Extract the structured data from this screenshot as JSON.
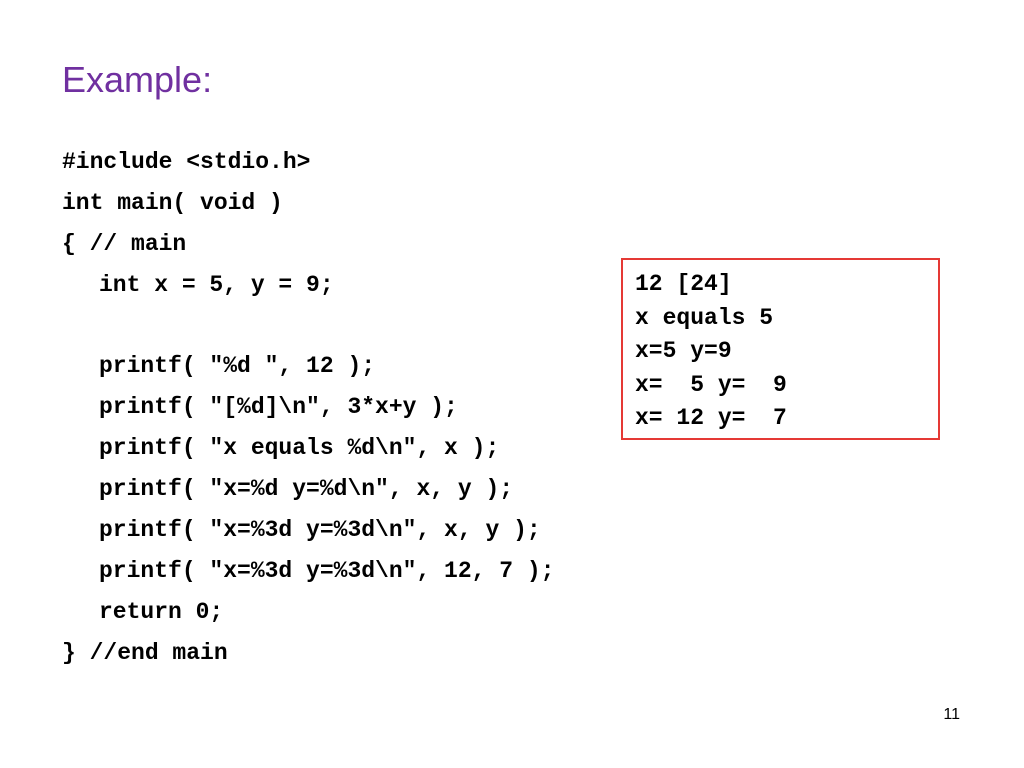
{
  "slide": {
    "title": "Example:",
    "page_number": "11"
  },
  "code": {
    "lines": [
      "#include <stdio.h>",
      "int main( void )",
      "{ // main",
      "int x = 5, y = 9;",
      "",
      "printf( \"%d \", 12 );",
      "printf( \"[%d]\\n\", 3*x+y );",
      "printf( \"x equals %d\\n\", x );",
      "printf( \"x=%d y=%d\\n\", x, y );",
      "printf( \"x=%3d y=%3d\\n\", x, y );",
      "printf( \"x=%3d y=%3d\\n\", 12, 7 );",
      "return 0;",
      "} //end main"
    ]
  },
  "output": {
    "lines": [
      "12 [24]",
      "x equals 5",
      "x=5 y=9",
      "x=  5 y=  9",
      "x= 12 y=  7"
    ]
  },
  "colors": {
    "title": "#7030a0",
    "output_border": "#e53935",
    "text": "#000000"
  }
}
